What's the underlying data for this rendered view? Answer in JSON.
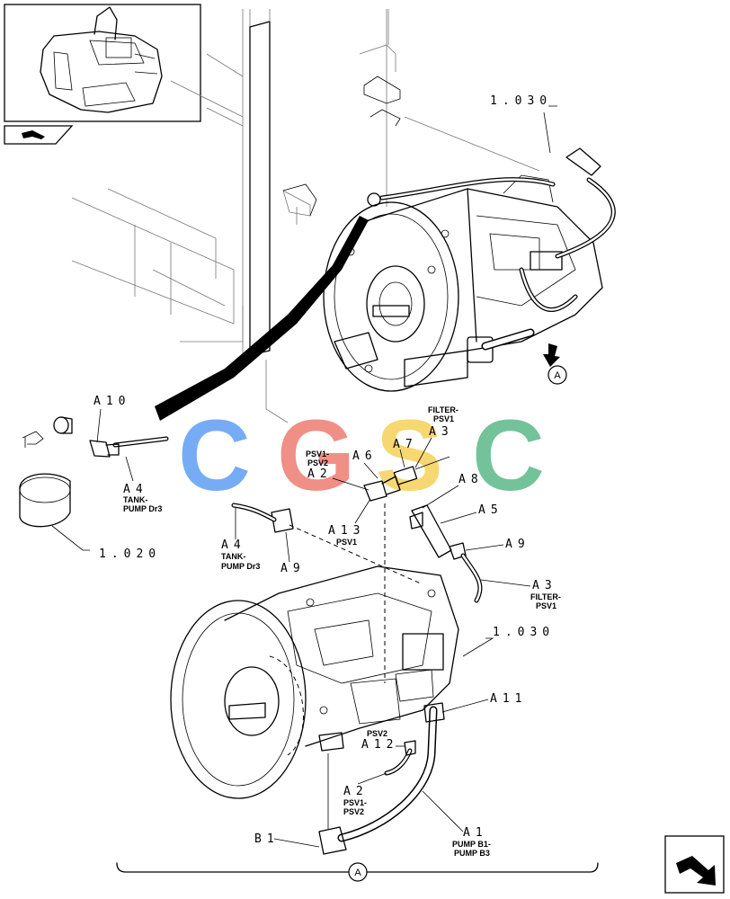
{
  "watermark": {
    "letters": [
      "C",
      "G",
      "S",
      "C"
    ],
    "colors": [
      "#6ea8f5",
      "#f08a80",
      "#f7d56a",
      "#6cbf95"
    ]
  },
  "refs": {
    "top_pump": "1.030",
    "bottom_pump": "1.030",
    "tank": "1.020"
  },
  "callouts": {
    "a10": "A10",
    "a4_top": "A4",
    "a4_top_note": [
      "TANK-",
      "PUMP Dr3"
    ],
    "a4_mid": "A4",
    "a4_mid_note": [
      "TANK-",
      "PUMP Dr3"
    ],
    "a9_left": "A9",
    "a9_right": "A9",
    "a2_top": "A2",
    "a2_top_note": [
      "PSV1-",
      "PSV2"
    ],
    "a6": "A6",
    "a7": "A7",
    "a3_top": "A3",
    "a3_top_note": [
      "FILTER-",
      "PSV1"
    ],
    "a8": "A8",
    "a5": "A5",
    "a13": "A13",
    "a13_note": "PSV1",
    "a3_bottom": "A3",
    "a3_bottom_note": [
      "FILTER-",
      "PSV1"
    ],
    "a11": "A11",
    "a12": "A12",
    "a12_note": "PSV2",
    "a2_bottom": "A2",
    "a2_bottom_note": [
      "PSV1-",
      "PSV2"
    ],
    "a1": "A1",
    "a1_note": [
      "PUMP B1-",
      "PUMP B3"
    ],
    "b1": "B1",
    "view_a": "A",
    "view_a_bottom": "A"
  },
  "icons": {
    "thumbnail": "excavator-thumbnail",
    "nav_prev": "previous-page-icon",
    "nav_next": "next-page-icon"
  }
}
